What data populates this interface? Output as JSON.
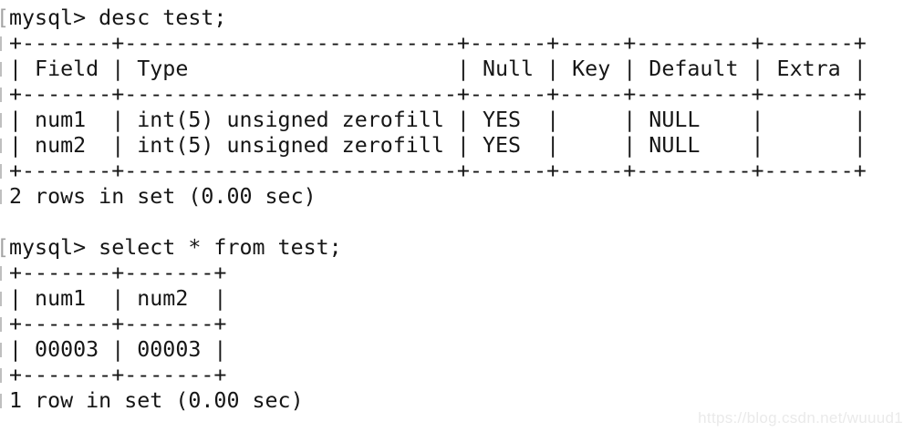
{
  "terminal": {
    "background_color": "#ffffff",
    "text_color": "#161616",
    "prompt_bracket_color": "#a3a3a3",
    "commands": [
      "mysql> desc test;",
      "mysql> select * from test;"
    ],
    "result_tables": [
      {
        "headers": [
          "Field",
          "Type",
          "Null",
          "Key",
          "Default",
          "Extra"
        ],
        "rows": [
          [
            "num1",
            "int(5) unsigned zerofill",
            "YES",
            "",
            "NULL",
            ""
          ],
          [
            "num2",
            "int(5) unsigned zerofill",
            "YES",
            "",
            "NULL",
            ""
          ]
        ],
        "status": "2 rows in set (0.00 sec)"
      },
      {
        "headers": [
          "num1",
          "num2"
        ],
        "rows": [
          [
            "00003",
            "00003"
          ]
        ],
        "status": "1 row in set (0.00 sec)"
      }
    ],
    "lines": [
      {
        "prefix": "[",
        "text": "mysql> desc test;"
      },
      {
        "prefix": "",
        "text": "+-------+--------------------------+------+-----+---------+-------+"
      },
      {
        "prefix": "",
        "text": "| Field | Type                     | Null | Key | Default | Extra |"
      },
      {
        "prefix": "",
        "text": "+-------+--------------------------+------+-----+---------+-------+"
      },
      {
        "prefix": "",
        "text": "| num1  | int(5) unsigned zerofill | YES  |     | NULL    |       |"
      },
      {
        "prefix": "",
        "text": "| num2  | int(5) unsigned zerofill | YES  |     | NULL    |       |"
      },
      {
        "prefix": "",
        "text": "+-------+--------------------------+------+-----+---------+-------+"
      },
      {
        "prefix": "",
        "text": "2 rows in set (0.00 sec)"
      },
      {
        "prefix": "",
        "text": ""
      },
      {
        "prefix": "[",
        "text": "mysql> select * from test;"
      },
      {
        "prefix": "",
        "text": "+-------+-------+"
      },
      {
        "prefix": "",
        "text": "| num1  | num2  |"
      },
      {
        "prefix": "",
        "text": "+-------+-------+"
      },
      {
        "prefix": "",
        "text": "| 00003 | 00003 |"
      },
      {
        "prefix": "",
        "text": "+-------+-------+"
      },
      {
        "prefix": "",
        "text": "1 row in set (0.00 sec)"
      }
    ]
  },
  "watermark": {
    "text": "https://blog.csdn.net/wuuud1",
    "color": "#eaeaea"
  }
}
